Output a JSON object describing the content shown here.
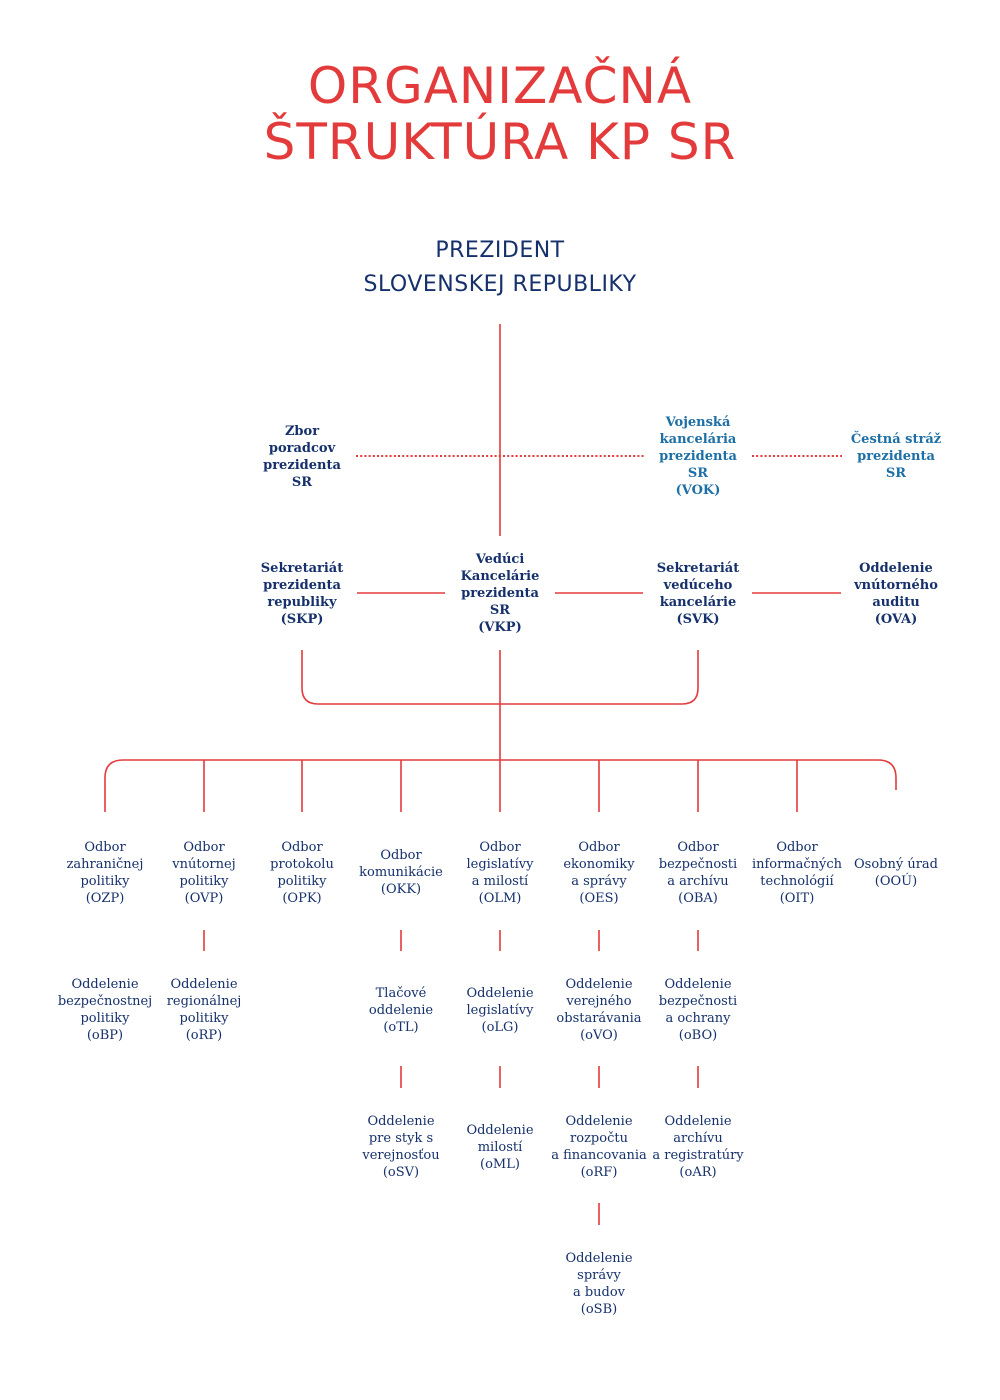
{
  "colors": {
    "accent_red": "#e33b3b",
    "navy": "#15306b",
    "teal": "#1d6fa5"
  },
  "title": {
    "line1": "ORGANIZAČNÁ",
    "line2": "ŠTRUKTÚRA KP SR"
  },
  "top": {
    "line1": "PREZIDENT",
    "line2": "SLOVENSKEJ REPUBLIKY"
  },
  "advisory": {
    "zbor": "Zbor\nporadcov\nprezidenta\nSR",
    "vok": "Vojenská\nkancelária\nprezidenta\nSR\n(VOK)",
    "cestna": "Čestná stráž\nprezidenta\nSR"
  },
  "management": {
    "skp": "Sekretariát\nprezidenta\nrepubliky\n(SKP)",
    "vkp": "Vedúci\nKancelárie\nprezidenta\nSR\n(VKP)",
    "svk": "Sekretariát\nvedúceho\nkancelárie\n(SVK)",
    "ova": "Oddelenie\nvnútorného\nauditu\n(OVA)"
  },
  "departments": [
    "Odbor\nzahraničnej\npolitiky\n(OZP)",
    "Odbor\nvnútornej\npolitiky\n(OVP)",
    "Odbor\nprotokolu\npolitiky\n(OPK)",
    "Odbor\nkomunikácie\n(OKK)",
    "Odbor\nlegislatívy\na milostí\n(OLM)",
    "Odbor\nekonomiky\na správy\n(OES)",
    "Odbor\nbezpečnosti\na archívu\n(OBA)",
    "Odbor\ninformačných\ntechnológií\n(OIT)",
    "Osobný úrad\n(OOÚ)"
  ],
  "sections": {
    "obp": "Oddelenie\nbezpečnostnej\npolitiky\n(oBP)",
    "orp": "Oddelenie\nregionálnej\npolitiky\n(oRP)",
    "otl": "Tlačové\noddelenie\n(oTL)",
    "osv": "Oddelenie\npre styk s\nverejnosťou\n(oSV)",
    "olg": "Oddelenie\nlegislatívy\n(oLG)",
    "oml": "Oddelenie\nmilostí\n(oML)",
    "ovo": "Oddelenie\nverejného\nobstarávania\n(oVO)",
    "orf": "Oddelenie\nrozpočtu\na financovania\n(oRF)",
    "osb": "Oddelenie\nsprávy\na budov\n(oSB)",
    "obo": "Oddelenie\nbezpečnosti\na ochrany\n(oBO)",
    "oar": "Oddelenie\narchívu\na registratúry\n(oAR)"
  }
}
